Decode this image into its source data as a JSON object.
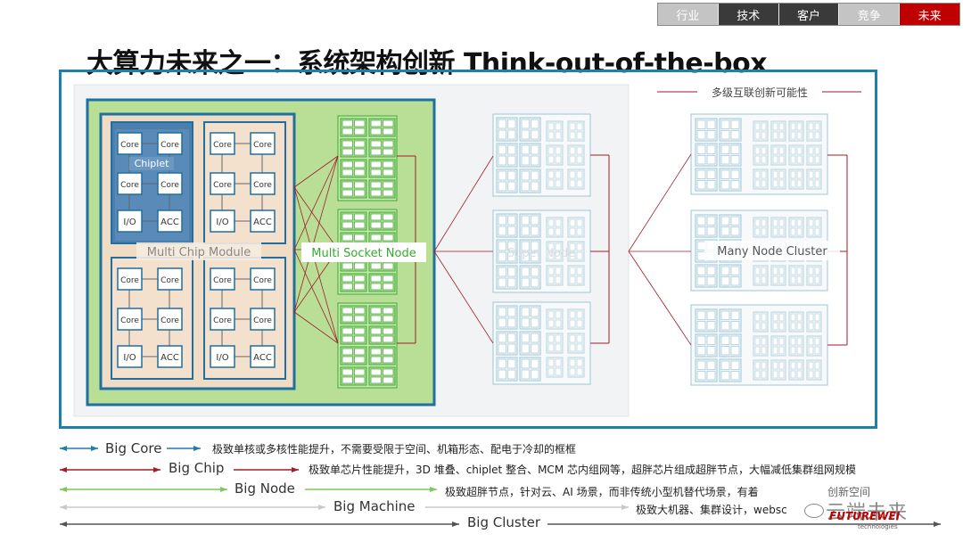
{
  "nav": {
    "tabs": [
      "行业",
      "技术",
      "客户",
      "竞争",
      "未来"
    ]
  },
  "title": "大算力未来之一：系统架构创新 Think-out-of-the-box",
  "diagram": {
    "possibility_label": "多级互联创新可能性",
    "core_label": "Core",
    "io_label": "I/O",
    "acc_label": "ACC",
    "chiplet_label": "Chiplet",
    "mcm_label": "Multi Chip Module",
    "msn_label": "Multi Socket Node",
    "super_node_label": "Super Node",
    "cluster_label": "Many Node Cluster"
  },
  "legend": [
    {
      "label": "Big Core",
      "desc": "极致单核或多核性能提升，不需要受限于空间、机箱形态、配电于冷却的框框",
      "color": "#1f7fa6"
    },
    {
      "label": "Big Chip",
      "desc": "极致单芯片性能提升，3D 堆叠、chiplet 整合、MCM 芯内组网等，超胖芯片组成超胖节点，大幅减低集群组网规模",
      "color": "#a01d2a"
    },
    {
      "label": "Big Node",
      "desc": "极致超胖节点，针对云、AI 场景，而非传统小型机替代场景，有着",
      "color": "#7ec85c"
    },
    {
      "label": "Big Machine",
      "desc": "极致大机器、集群设计，websc",
      "color": "#c8c8c8"
    },
    {
      "label": "Big Cluster",
      "desc": "",
      "color": "#555555"
    }
  ],
  "watermark": {
    "text1": "创新空间",
    "text2": "云端未来",
    "brand": "FUTUREWEI",
    "sub": "technologies"
  }
}
